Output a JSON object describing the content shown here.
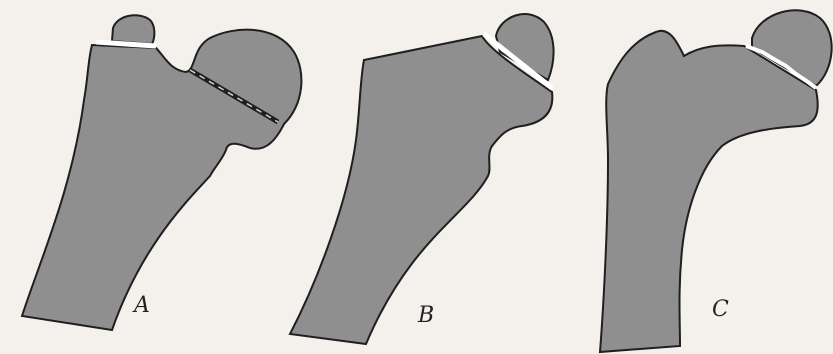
{
  "figure": {
    "panels": [
      {
        "label": "A"
      },
      {
        "label": "B"
      },
      {
        "label": "C"
      }
    ],
    "colors": {
      "bone_fill": "#8f8f8f",
      "outline": "#1f1f1f",
      "fracture_gap": "#ffffff",
      "background": "#f4f1ec"
    }
  }
}
